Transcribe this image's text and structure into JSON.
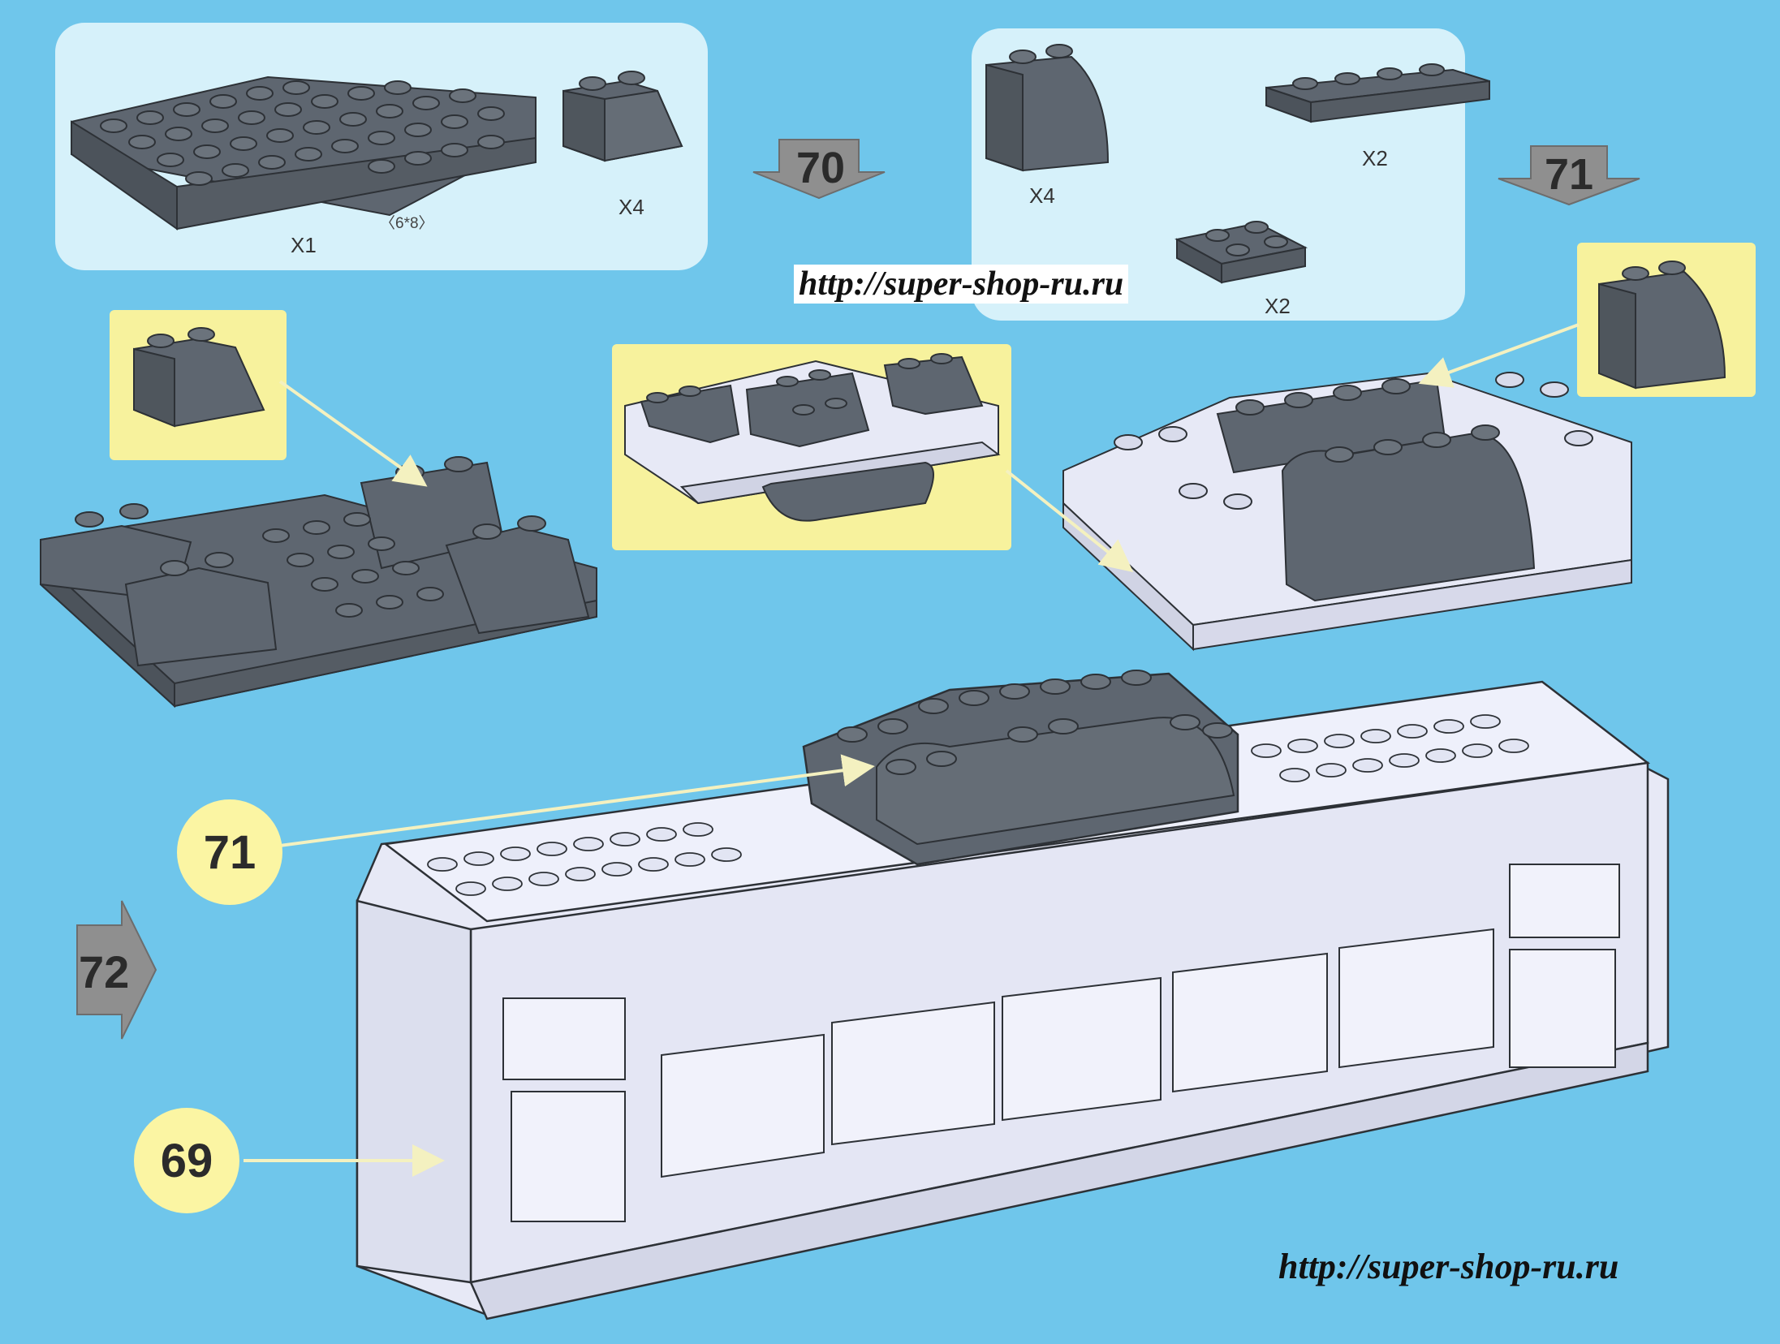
{
  "colors": {
    "background": "#6fc6eb",
    "panel_light": "#d6f1fa",
    "panel_yellow": "#f7f29d",
    "brick_dark": "#5e6670",
    "brick_light": "#e7e9f6",
    "badge": "#fbf5a3",
    "arrow_grey": "#8f8f8f"
  },
  "step70_parts": {
    "plate_qty": "X1",
    "plate_size": "〈6*8〉",
    "slope_qty": "X4"
  },
  "step71_parts": {
    "curve_qty": "X4",
    "plate_qty": "X2",
    "small_plate_qty": "X2"
  },
  "steps": {
    "step70": "70",
    "step71_arrow": "71",
    "step71_badge": "71",
    "step72": "72",
    "step69_badge": "69"
  },
  "watermark": {
    "top": "http://super-shop-ru.ru",
    "bottom": "http://super-shop-ru.ru"
  }
}
